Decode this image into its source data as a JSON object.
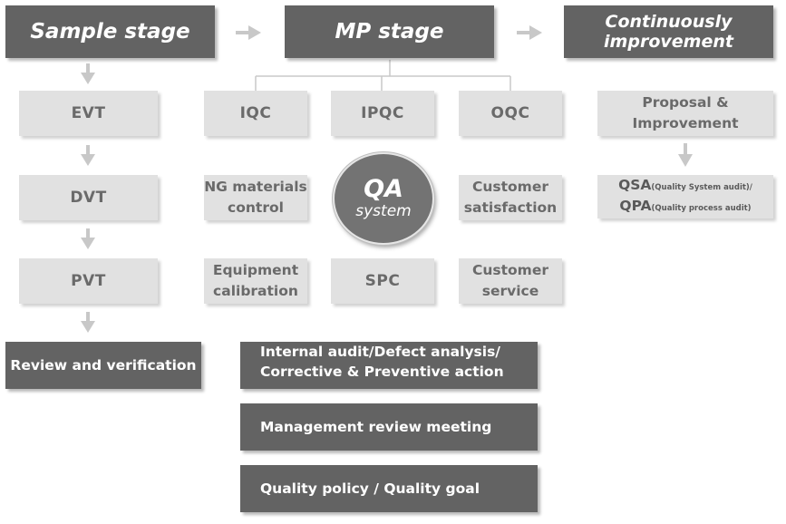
{
  "headers": {
    "sample": "Sample stage",
    "mp": "MP stage",
    "continuous": [
      "Continuously",
      "improvement"
    ]
  },
  "sample_stage": {
    "steps": [
      "EVT",
      "DVT",
      "PVT"
    ],
    "review": "Review and verification"
  },
  "mp_stage": {
    "top": [
      "IQC",
      "IPQC",
      "OQC"
    ],
    "ng_materials": [
      "NG materials",
      "control"
    ],
    "customer_satisfaction": [
      "Customer",
      "satisfaction"
    ],
    "equipment": [
      "Equipment",
      "calibration"
    ],
    "spc": "SPC",
    "customer_service": [
      "Customer",
      "service"
    ],
    "center": {
      "title": "QA",
      "subtitle": "system"
    },
    "actions": [
      [
        "Internal audit/Defect analysis/",
        "Corrective & Preventive action"
      ],
      [
        "Management review meeting"
      ],
      [
        "Quality policy / Quality goal"
      ]
    ]
  },
  "improvement": {
    "proposal": [
      "Proposal &",
      "Improvement"
    ],
    "qsa": "QSA",
    "qsa_note": "(Quality System audit)/",
    "qpa": "QPA",
    "qpa_note": "(Quality process audit)"
  },
  "colors": {
    "dark_box": "#636363",
    "light_box": "#e1e1e1",
    "light_text": "#6a6a6a",
    "arrow": "#c8c8c8"
  }
}
